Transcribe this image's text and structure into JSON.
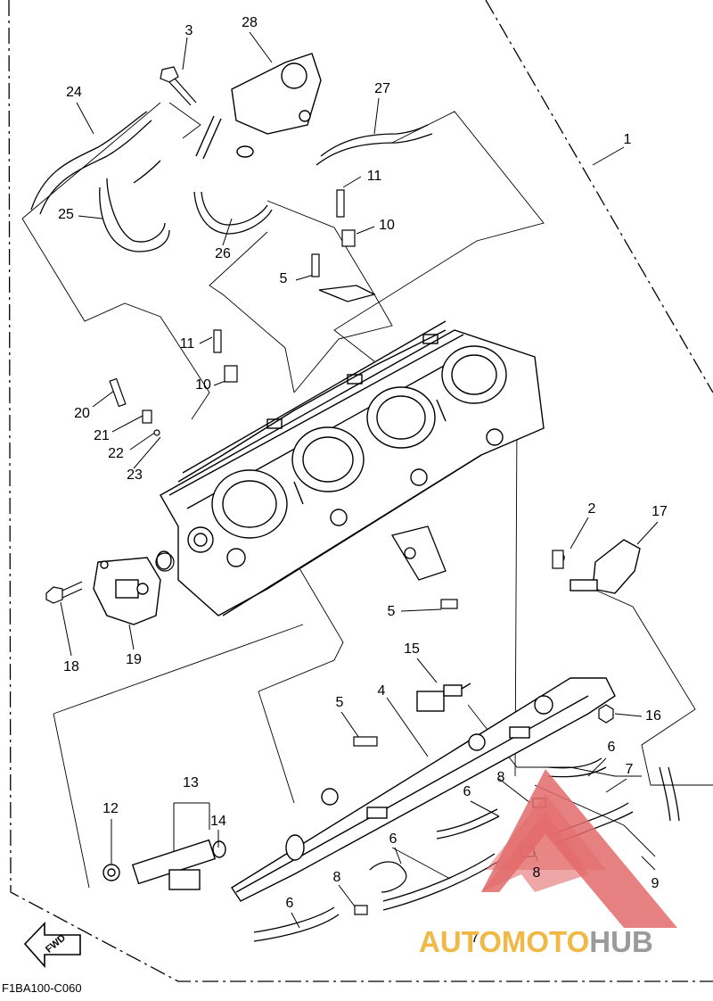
{
  "diagram": {
    "code": "F1BA100-C060",
    "fwd_label": "FWD",
    "callouts": [
      "1",
      "2",
      "3",
      "4",
      "5",
      "5",
      "5",
      "6",
      "6",
      "6",
      "6",
      "7",
      "7",
      "8",
      "8",
      "8",
      "9",
      "10",
      "10",
      "11",
      "11",
      "12",
      "13",
      "14",
      "15",
      "16",
      "17",
      "18",
      "19",
      "20",
      "21",
      "22",
      "23",
      "24",
      "25",
      "26",
      "27",
      "28"
    ]
  },
  "watermark": {
    "part1": "AUTOMOTO",
    "part2": "HUB",
    "colors": {
      "triangle": "#e36a6a",
      "text1": "#f0b845",
      "text2": "#9a9a9a"
    }
  }
}
